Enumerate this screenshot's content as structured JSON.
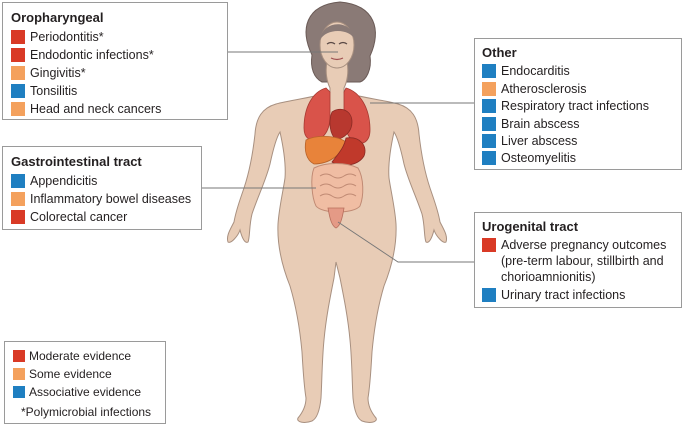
{
  "colors": {
    "strong": "#d93a26",
    "some": "#f4a15d",
    "assoc": "#1f7fc1",
    "skin": "#e8ccb6",
    "skin_outline": "#a89080",
    "hair": "#8a7a76",
    "organ_red": "#d9534a",
    "organ_orange": "#e8833a",
    "intestine": "#f0bda3"
  },
  "oropharyngeal": {
    "title": "Oropharyngeal",
    "items": [
      {
        "label": "Periodontitis*",
        "evidence": "strong"
      },
      {
        "label": "Endodontic infections*",
        "evidence": "strong"
      },
      {
        "label": "Gingivitis*",
        "evidence": "some"
      },
      {
        "label": "Tonsilitis",
        "evidence": "assoc"
      },
      {
        "label": "Head and neck cancers",
        "evidence": "some"
      }
    ]
  },
  "gastro": {
    "title": "Gastrointestinal tract",
    "items": [
      {
        "label": "Appendicitis",
        "evidence": "assoc"
      },
      {
        "label": "Inflammatory bowel diseases",
        "evidence": "some"
      },
      {
        "label": "Colorectal cancer",
        "evidence": "strong"
      }
    ]
  },
  "other": {
    "title": "Other",
    "items": [
      {
        "label": "Endocarditis",
        "evidence": "assoc"
      },
      {
        "label": "Atherosclerosis",
        "evidence": "some"
      },
      {
        "label": "Respiratory tract infections",
        "evidence": "assoc"
      },
      {
        "label": "Brain abscess",
        "evidence": "assoc"
      },
      {
        "label": "Liver abscess",
        "evidence": "assoc"
      },
      {
        "label": "Osteomyelitis",
        "evidence": "assoc"
      }
    ]
  },
  "urogenital": {
    "title": "Urogenital tract",
    "items": [
      {
        "label": "Adverse pregnancy outcomes",
        "evidence": "strong"
      },
      {
        "label": "(pre-term labour, stillbirth and",
        "evidence": "none"
      },
      {
        "label": "chorioamnionitis)",
        "evidence": "none"
      },
      {
        "label": "Urinary tract infections",
        "evidence": "assoc"
      }
    ]
  },
  "legend": {
    "items": [
      {
        "label": "Moderate evidence",
        "evidence": "strong"
      },
      {
        "label": "Some evidence",
        "evidence": "some"
      },
      {
        "label": "Associative evidence",
        "evidence": "assoc"
      }
    ],
    "note": "*Polymicrobial infections"
  }
}
